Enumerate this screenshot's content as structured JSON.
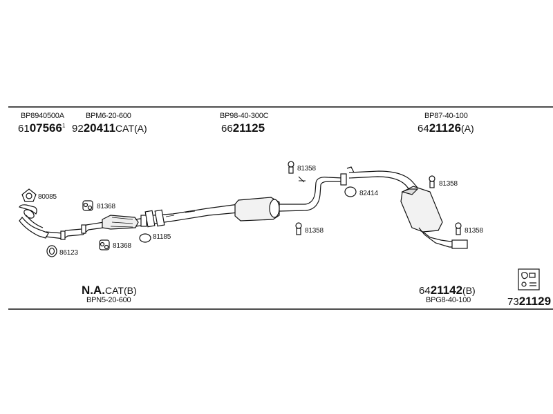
{
  "top_codes": [
    {
      "id": "bp8940500a",
      "text": "BP8940500A"
    },
    {
      "id": "bpm6",
      "text": "BPM6-20-600"
    },
    {
      "id": "bp98",
      "text": "BP98-40-300C"
    },
    {
      "id": "bp87",
      "text": "BP87-40-100"
    }
  ],
  "top_parts": [
    {
      "prefix": "61",
      "number": "07566",
      "suffix": "",
      "sup": "1"
    },
    {
      "prefix": "92",
      "number": "20411",
      "suffix": "CAT(A)",
      "sup": ""
    },
    {
      "prefix": "66",
      "number": "21125",
      "suffix": "",
      "sup": ""
    },
    {
      "prefix": "64",
      "number": "21126",
      "suffix": "(A)",
      "sup": ""
    }
  ],
  "callouts": {
    "c80085": "80085",
    "c81368a": "81368",
    "c81368b": "81368",
    "c86123": "86123",
    "c81185": "81185",
    "c81358a": "81358",
    "c81358b": "81358",
    "c82414": "82414",
    "c81358c": "81358",
    "c81358d": "81358"
  },
  "bottom": {
    "na_main": "N.A.",
    "na_suffix": "CAT(B)",
    "bpn5": "BPN5-20-600",
    "p6421142_prefix": "64",
    "p6421142_number": "21142",
    "p6421142_suffix": "(B)",
    "bpg8": "BPG8-40-100",
    "p7321129_prefix": "73",
    "p7321129_number": "21129"
  },
  "icons": {
    "kit": "mounting-kit-icon",
    "gasket": "gasket-ring-icon",
    "hanger": "rubber-hanger-icon",
    "clamp": "bolt-clamp-icon"
  }
}
